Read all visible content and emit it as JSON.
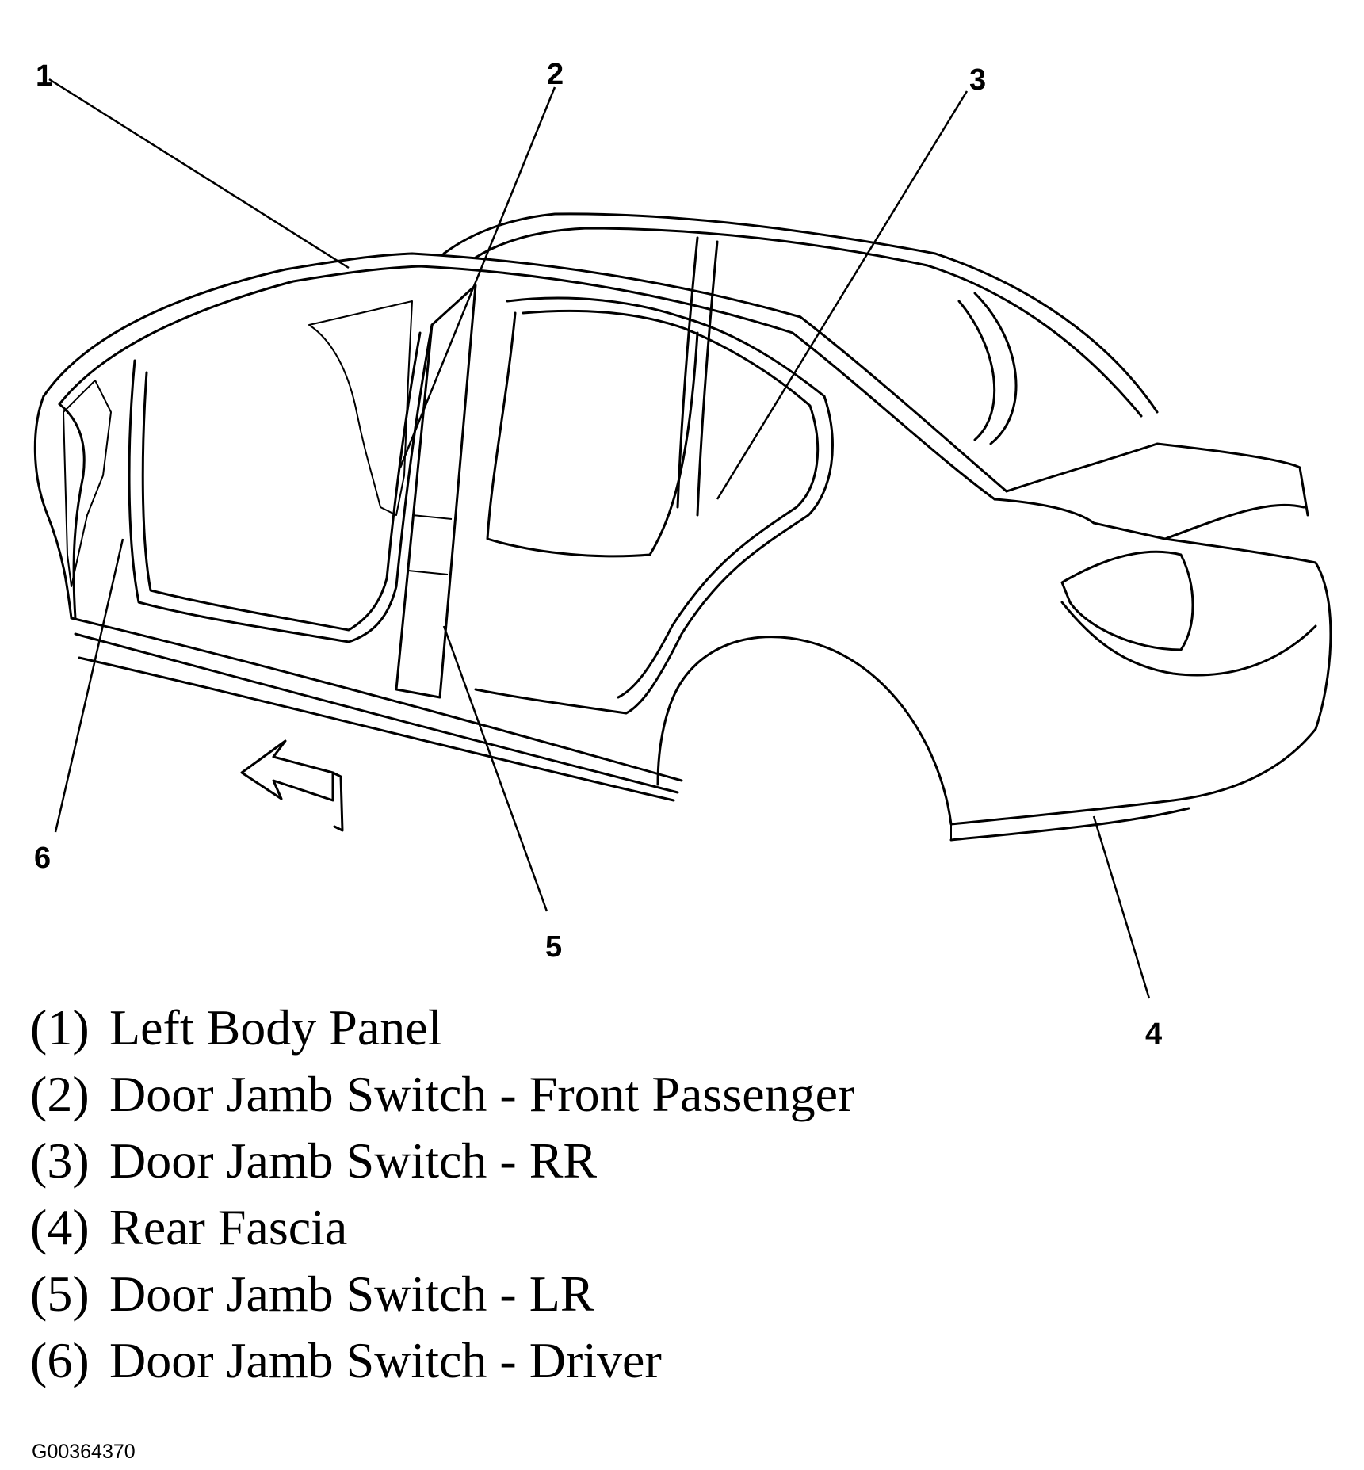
{
  "callouts": [
    "1",
    "2",
    "3",
    "4",
    "5",
    "6"
  ],
  "legend": [
    {
      "num": "(1)",
      "label": "Left Body Panel"
    },
    {
      "num": "(2)",
      "label": "Door Jamb Switch - Front Passenger"
    },
    {
      "num": "(3)",
      "label": "Door Jamb Switch - RR"
    },
    {
      "num": "(4)",
      "label": "Rear Fascia"
    },
    {
      "num": "(5)",
      "label": "Door Jamb Switch - LR"
    },
    {
      "num": "(6)",
      "label": "Door Jamb Switch - Driver"
    }
  ],
  "figure_id": "G00364370",
  "colors": {
    "ink": "#000000",
    "paper": "#ffffff"
  }
}
